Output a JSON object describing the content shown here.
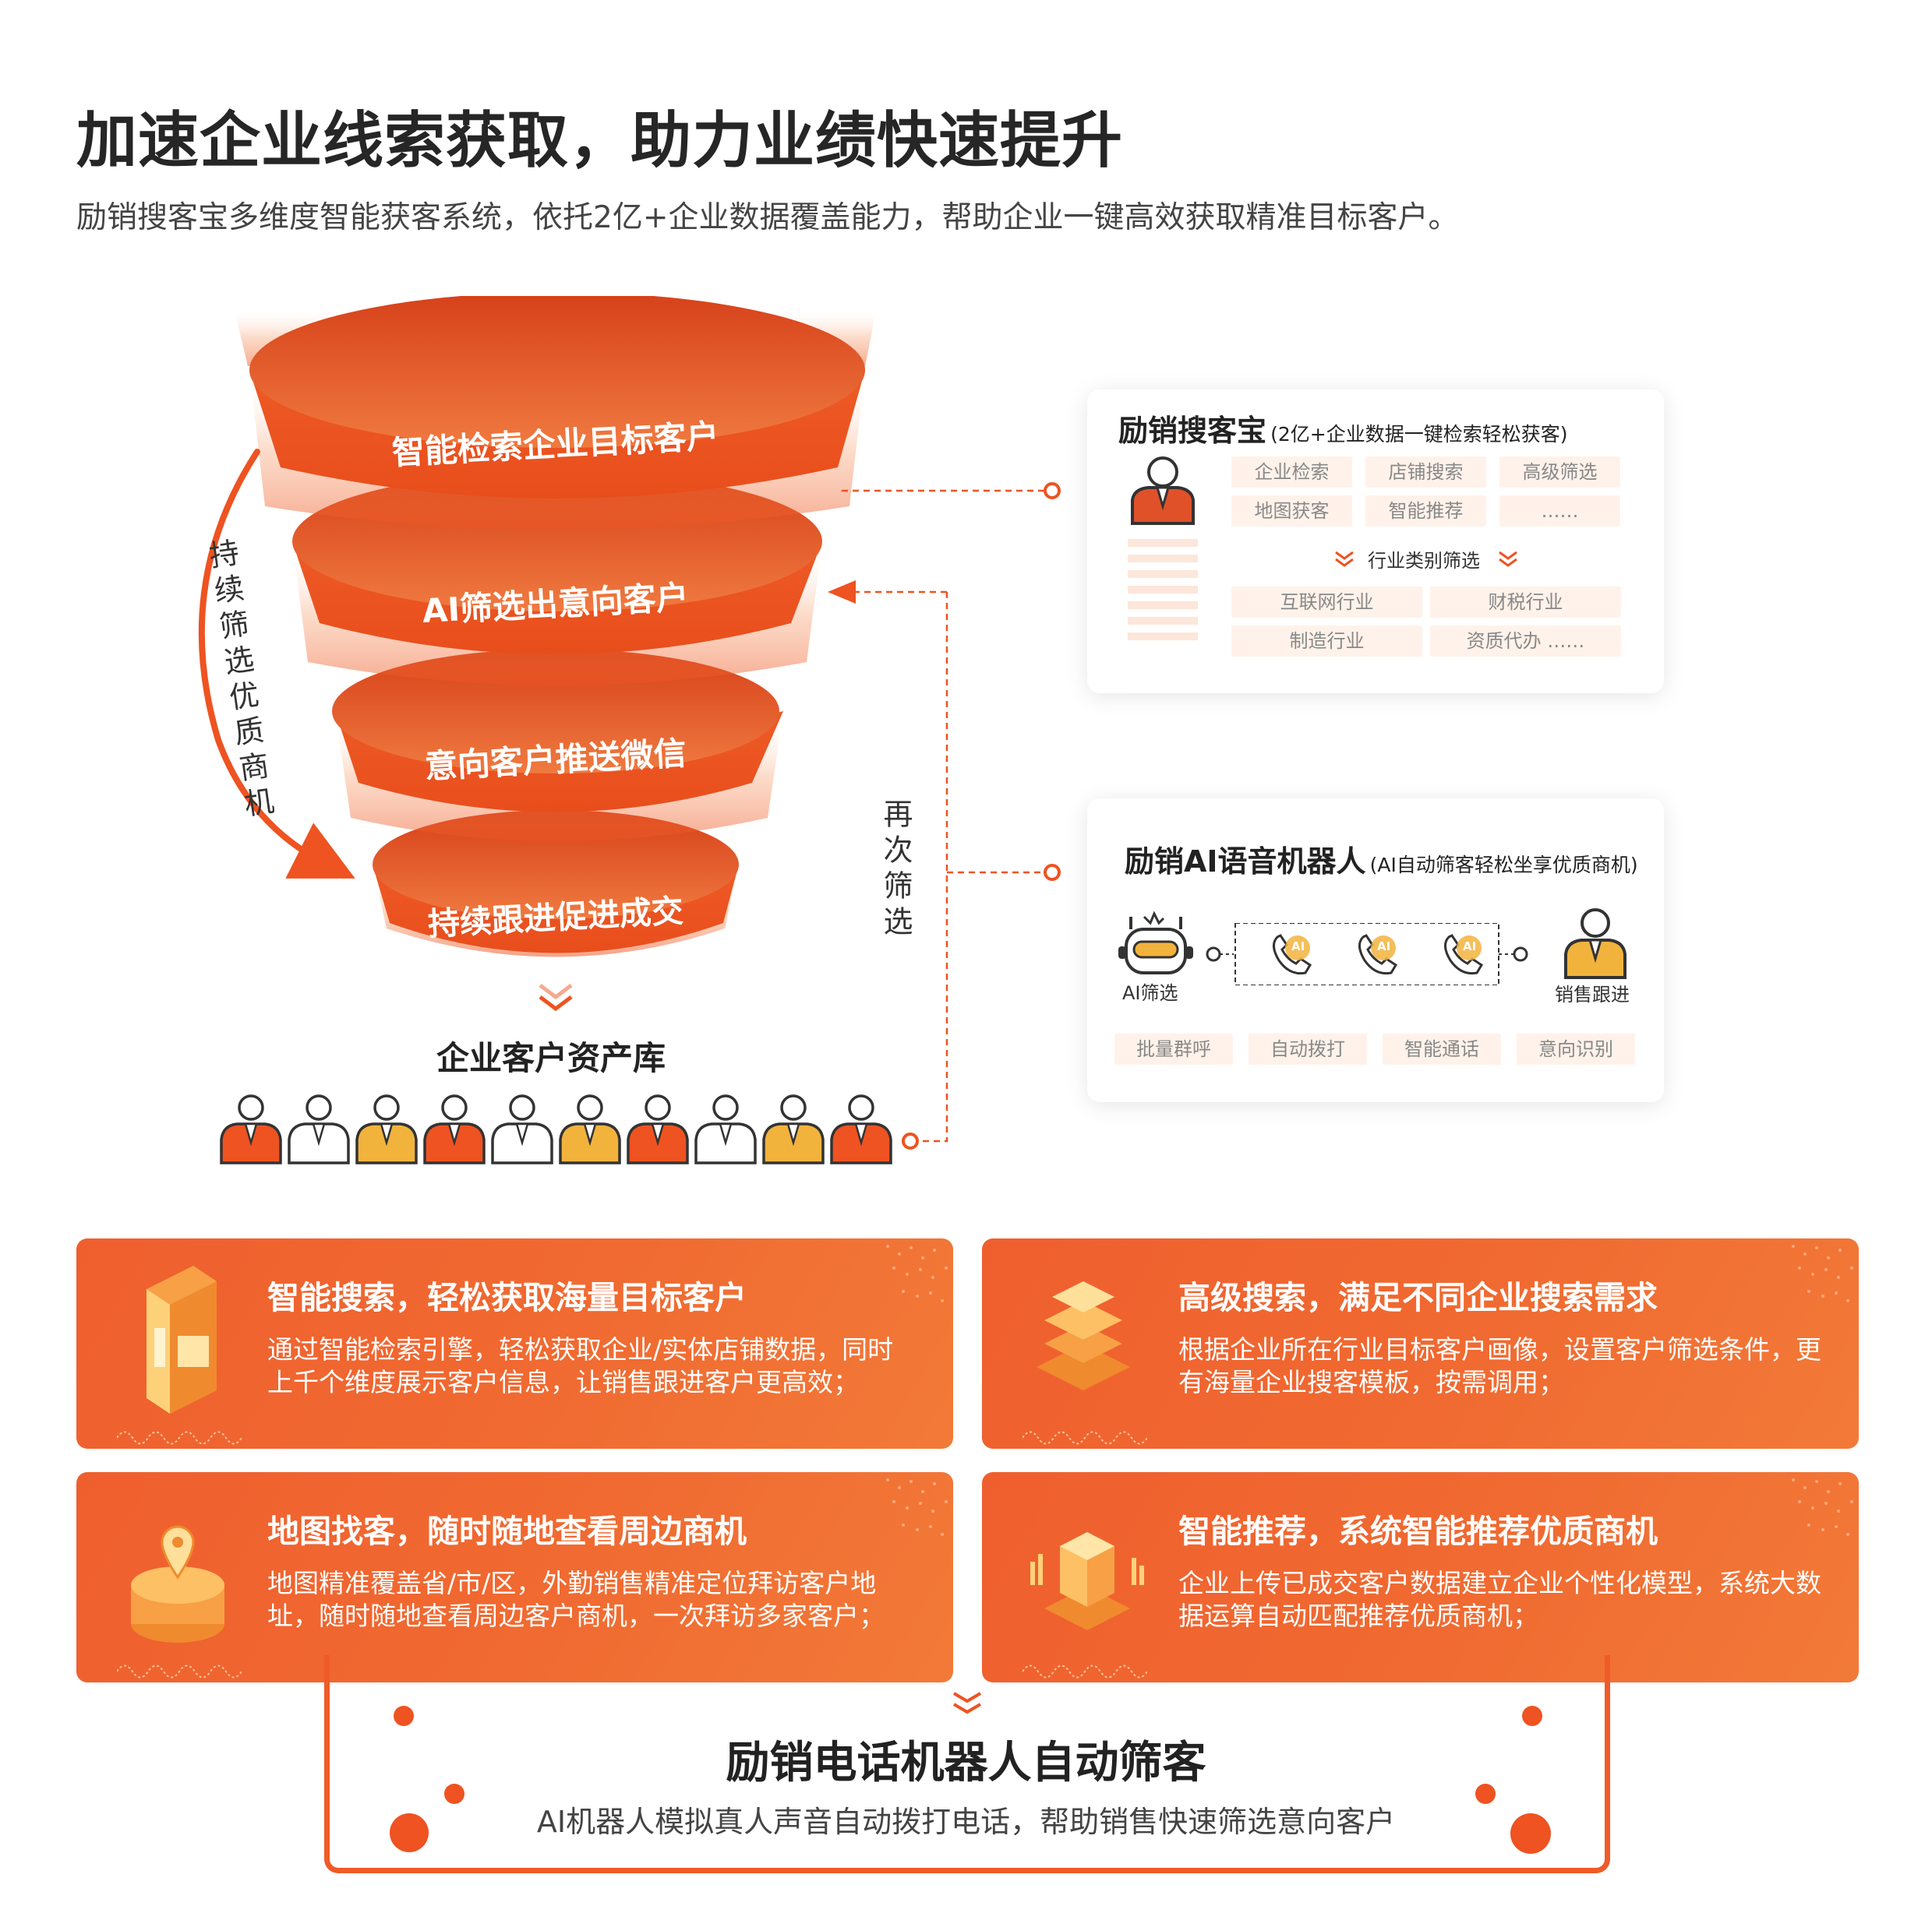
{
  "header": {
    "title": "加速企业线索获取，助力业绩快速提升",
    "subtitle": "励销搜客宝多维度智能获客系统，依托2亿+企业数据覆盖能力，帮助企业一键高效获取精准目标客户。"
  },
  "funnel": {
    "layers": [
      "智能检索企业目标客户",
      "AI筛选出意向客户",
      "意向客户推送微信",
      "持续跟进促进成交"
    ],
    "left_arrow_text": "持续筛选优质商机",
    "refilter_text": "再次筛选",
    "library_title": "企业客户资产库",
    "colors": {
      "primary": "#ee5321",
      "light": "#f58a4e",
      "deep": "#d93d15",
      "gold": "#f2b33d"
    }
  },
  "search_panel": {
    "title": "励销搜客宝",
    "subtitle": "(2亿+企业数据一键检索轻松获客)",
    "tags_top": [
      "企业检索",
      "店铺搜索",
      "高级筛选",
      "地图获客",
      "智能推荐",
      "……"
    ],
    "filter_label": "行业类别筛选",
    "tags_bottom": [
      "互联网行业",
      "财税行业",
      "制造行业",
      "资质代办 ……"
    ]
  },
  "robot_panel": {
    "title": "励销AI语音机器人",
    "subtitle": "(AI自动筛客轻松坐享优质商机)",
    "robot_label": "AI筛选",
    "call_badge": "AI",
    "sales_label": "销售跟进",
    "tags": [
      "批量群呼",
      "自动拨打",
      "智能通话",
      "意向识别"
    ]
  },
  "features": [
    {
      "title": "智能搜索，轻松获取海量目标客户",
      "desc": "通过智能检索引擎，轻松获取企业/实体店铺数据，同时上千个维度展示客户信息，让销售跟进客户更高效；",
      "icon": "server-icon"
    },
    {
      "title": "高级搜索，满足不同企业搜索需求",
      "desc": "根据企业所在行业目标客户画像，设置客户筛选条件，更有海量企业搜客模板，按需调用；",
      "icon": "layers-icon"
    },
    {
      "title": "地图找客，随时随地查看周边商机",
      "desc": "地图精准覆盖省/市/区，外勤销售精准定位拜访客户地址，随时随地查看周边客户商机，一次拜访多家客户；",
      "icon": "map-pin-icon"
    },
    {
      "title": "智能推荐，系统智能推荐优质商机",
      "desc": "企业上传已成交客户数据建立企业个性化模型，系统大数据运算自动匹配推荐优质商机；",
      "icon": "cube-icon"
    }
  ],
  "bottom": {
    "title": "励销电话机器人自动筛客",
    "subtitle": "AI机器人模拟真人声音自动拨打电话，帮助销售快速筛选意向客户"
  }
}
